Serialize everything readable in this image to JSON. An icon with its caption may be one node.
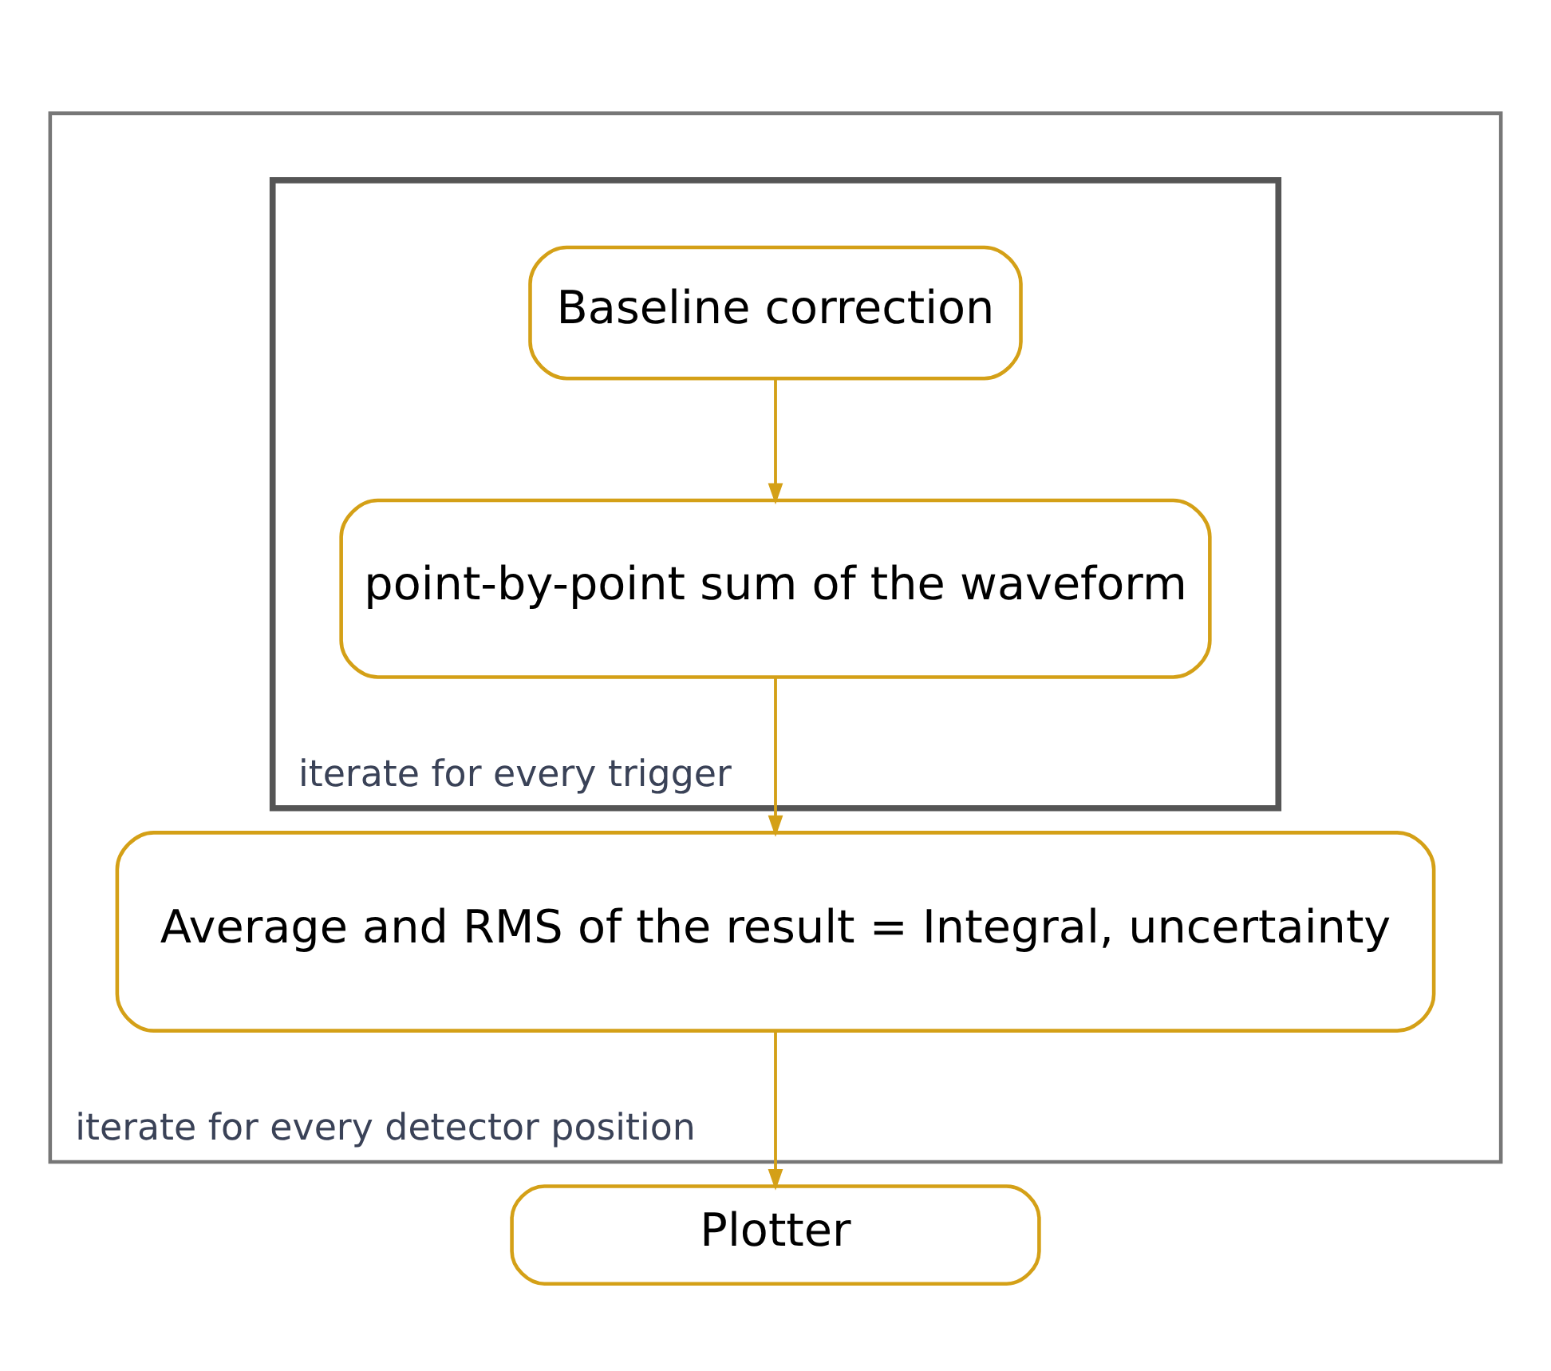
{
  "diagram": {
    "nodes": [
      {
        "text": [
          "iterate for every detector position"
        ]
      },
      {
        "text": [
          "iterate for every trigger"
        ],
        "in": 0
      },
      {
        "text": [
          "Baseline correction"
        ],
        "in": 1
      },
      {
        "text": [
          "point-by-point sum of the waveform"
        ],
        "in": 1
      },
      {
        "text": [
          "Average and RMS of the result = Integral, uncertainty"
        ],
        "in": 0
      },
      {
        "text": [
          "Plotter"
        ]
      }
    ],
    "edges": [
      {
        "from": 2,
        "to": 3,
        "arrow": "to"
      },
      {
        "from": 3,
        "to": 4,
        "arrow": "to"
      },
      {
        "from": 4,
        "to": 5,
        "arrow": "to"
      }
    ]
  }
}
